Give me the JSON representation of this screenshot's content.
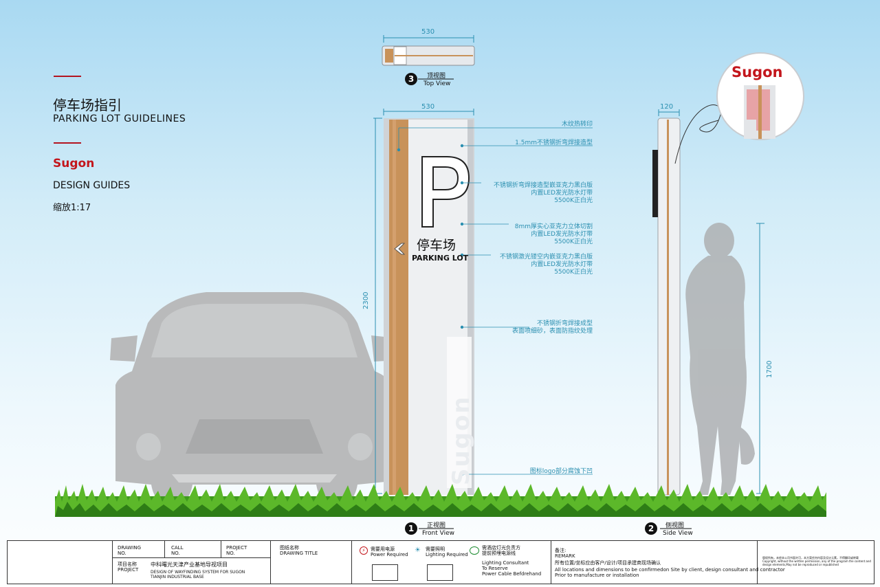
{
  "header": {
    "title_cn": "停车场指引",
    "title_en": "PARKING LOT GUIDELINES",
    "brand": "Sugon",
    "subtitle": "DESIGN GUIDES",
    "scale": "缩放1:17"
  },
  "top_view": {
    "width_label": "530",
    "num": "3",
    "label_cn": "顶视图",
    "label_en": "Top View"
  },
  "front_view": {
    "width_label": "530",
    "height_label": "2300",
    "num": "1",
    "label_cn": "正视图",
    "label_en": "Front View",
    "sign_letter": "P",
    "sign_cn": "停车场",
    "sign_en": "PARKING LOT",
    "logo_text": "Sugon"
  },
  "side_view": {
    "width_label": "120",
    "height_label": "1700",
    "num": "2",
    "label_cn": "侧视图",
    "label_en": "Side View"
  },
  "logo_detail": {
    "brand": "Sugon"
  },
  "annotations": [
    {
      "text": "木纹热转印"
    },
    {
      "text": "1.5mm不锈钢折弯焊接造型"
    },
    {
      "text": "不锈钢折弯焊接造型嵌亚克力黑白版\n内置LED发光防水灯带\n5500K正白光"
    },
    {
      "text": "8mm厚实心亚克力立体切割\n内置LED发光防水灯带\n5500K正白光"
    },
    {
      "text": "不锈钢激光镂空内嵌亚克力黑白版\n内置LED发光防水灯带\n5500K正白光"
    },
    {
      "text": "不锈钢折弯焊接成型\n表面喷细砂，表面防指纹处理"
    },
    {
      "text": "图标logo部分腐蚀下凹"
    }
  ],
  "title_block": {
    "drawing_no": "DRAWING\nNO.",
    "call_no": "CALL\nNO.",
    "project_no": "PROJECT\nNO.",
    "drawing_title": "图纸名称\nDRAWING TITLE",
    "project_label": "项目名称\nPROJECT",
    "project_cn": "中科曙光天津产业基地导视项目",
    "project_en": "DESIGN OF WAYFINDING SYSTEM FOR SUGON\nTIANJIN INDUSTRIAL BASE",
    "power": "需要用电源\nPower Required",
    "lighting": "需要照明\nLighting Required",
    "consultant_cn": "需酒店灯光负责方\n提前预埋电源线",
    "consultant_en": "Lighting Consultant\nTo Reserve\nPower Cable Befdrehand",
    "remark": "备注:\nREMARK",
    "remark_cn": "所有位置/坐标应由客户/设计/项目承建商现场确认",
    "remark_en": "All locations and dimensions to be confirmedon Site by client, design consultant and contractor\nPrior to manufacture or installation",
    "copyright": "版权所有，未经本公司书面许可，本方案任何内容及设计元素，不得翻印或转载\nCopyright, without the written permission, any of the program the content and design elements,May not be reproduced or republished"
  },
  "colors": {
    "brand_red": "#c3161c",
    "dim_blue": "#2a8fb0",
    "wood": "#c8925a"
  }
}
